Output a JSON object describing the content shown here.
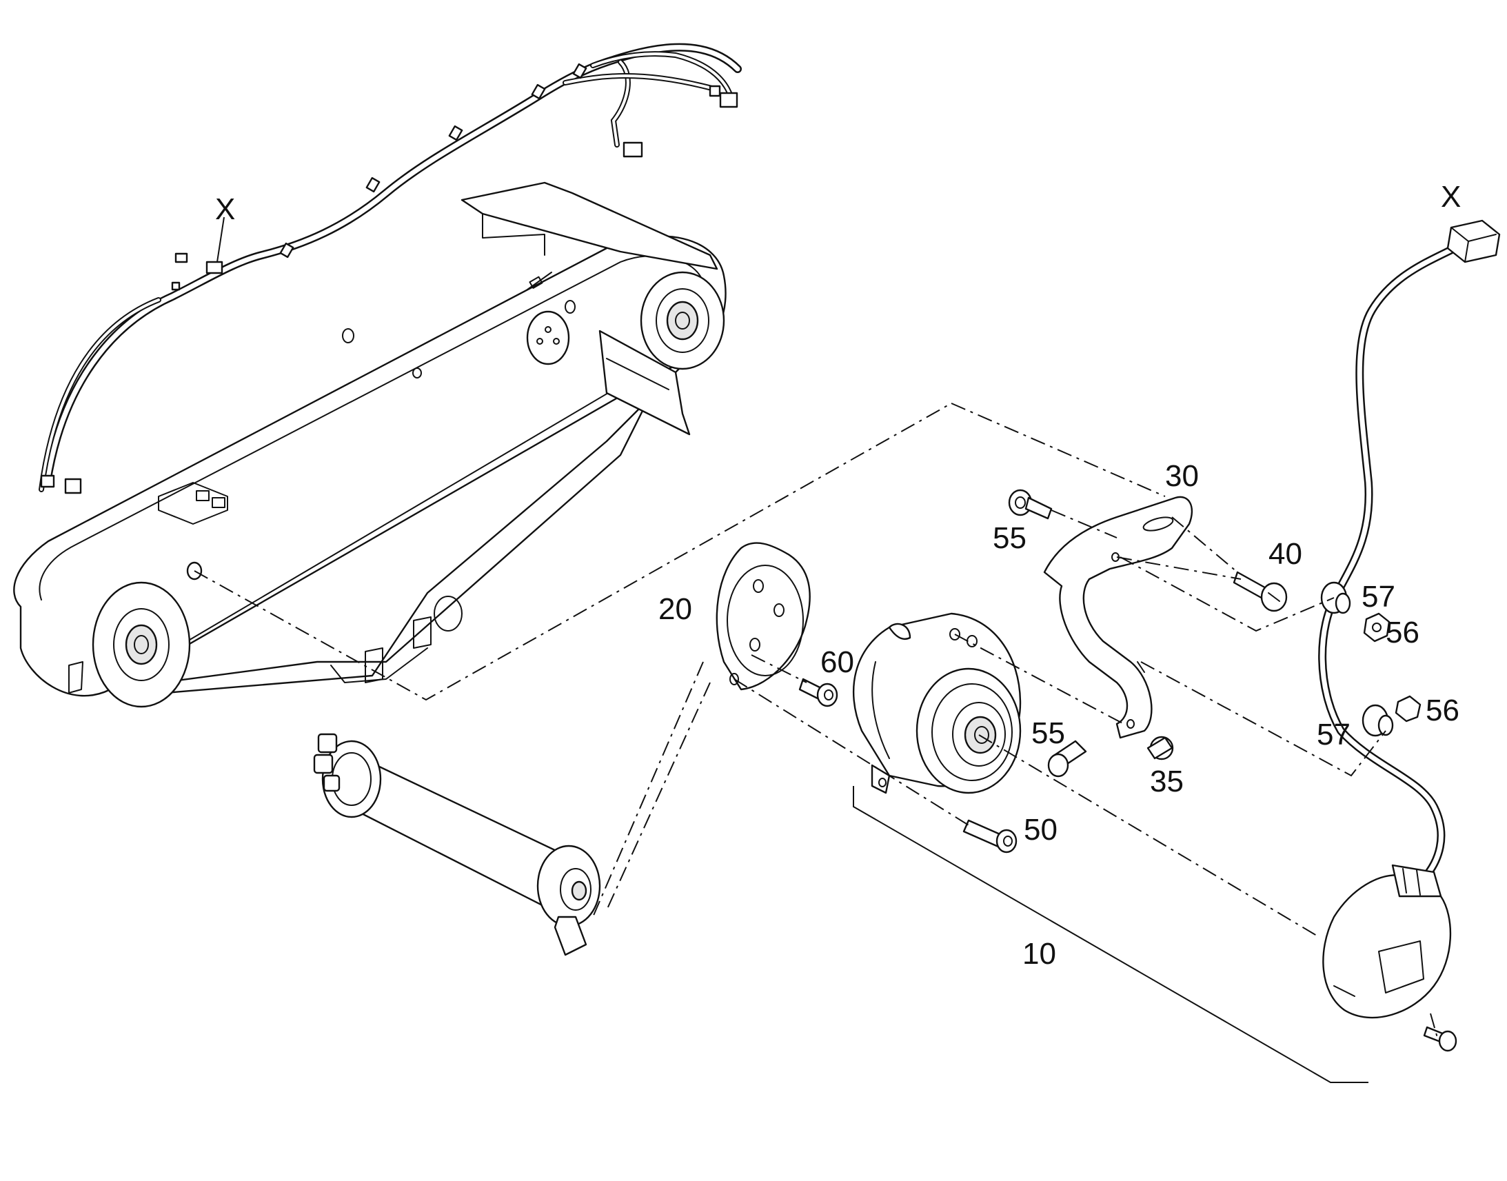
{
  "labels": {
    "x_left": "X",
    "x_right": "X",
    "p10": "10",
    "p20": "20",
    "p30": "30",
    "p35": "35",
    "p40": "40",
    "p50": "50",
    "p55a": "55",
    "p55b": "55",
    "p56a": "56",
    "p56b": "56",
    "p57a": "57",
    "p57b": "57",
    "p60": "60"
  }
}
